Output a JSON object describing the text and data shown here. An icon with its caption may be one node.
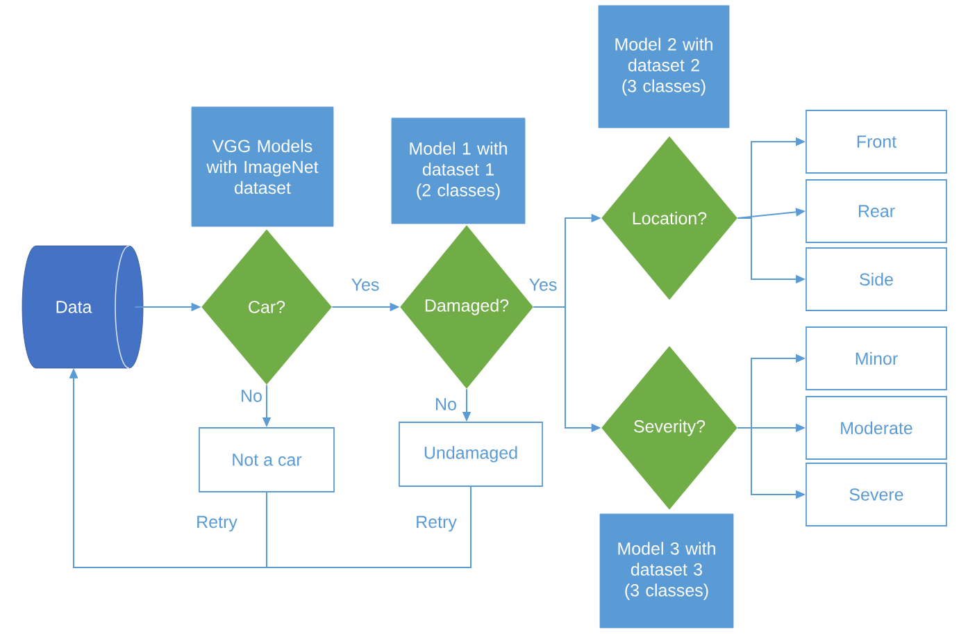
{
  "diagram": {
    "nodes": [
      {
        "text": [
          "Data"
        ]
      },
      {
        "text": [
          "VGG Models with ImageNet dataset"
        ]
      },
      {
        "text": [
          "Car?"
        ]
      },
      {
        "text": [
          "Model 1 with dataset 1 (2 classes)"
        ]
      },
      {
        "text": [
          "Damaged?"
        ]
      },
      {
        "text": [
          "Model 2 with dataset 2 (3 classes)"
        ]
      },
      {
        "text": [
          "Location?"
        ]
      },
      {
        "text": [
          "Front"
        ]
      },
      {
        "text": [
          "Rear"
        ]
      },
      {
        "text": [
          "Side"
        ]
      },
      {
        "text": [
          "Severity?"
        ]
      },
      {
        "text": [
          "Minor"
        ]
      },
      {
        "text": [
          "Moderate"
        ]
      },
      {
        "text": [
          "Severe"
        ]
      },
      {
        "text": [
          "Not a car"
        ]
      },
      {
        "text": [
          "Undamaged"
        ]
      },
      {
        "text": [
          "Model 3 with dataset 3 (3 classes)"
        ]
      }
    ],
    "edges": [
      {
        "from": 0,
        "to": 2,
        "arrow": "to"
      },
      {
        "from": 2,
        "to": 4,
        "arrow": "to",
        "label": "Yes"
      },
      {
        "from": 4,
        "to": 6,
        "arrow": "to",
        "label": "Yes"
      },
      {
        "from": 4,
        "to": 10,
        "arrow": "to"
      },
      {
        "from": 2,
        "to": 14,
        "arrow": "to",
        "label": "No"
      },
      {
        "from": 4,
        "to": 15,
        "arrow": "to",
        "label": "No"
      },
      {
        "from": 6,
        "to": 7,
        "arrow": "to"
      },
      {
        "from": 6,
        "to": 8,
        "arrow": "to"
      },
      {
        "from": 6,
        "to": 9,
        "arrow": "to"
      },
      {
        "from": 10,
        "to": 11,
        "arrow": "to"
      },
      {
        "from": 10,
        "to": 12,
        "arrow": "to"
      },
      {
        "from": 10,
        "to": 13,
        "arrow": "to"
      },
      {
        "from": 14,
        "to": 0,
        "arrow": "to",
        "label": "Retry"
      },
      {
        "from": 15,
        "to": 0,
        "arrow": "to",
        "label": "Retry"
      }
    ]
  }
}
